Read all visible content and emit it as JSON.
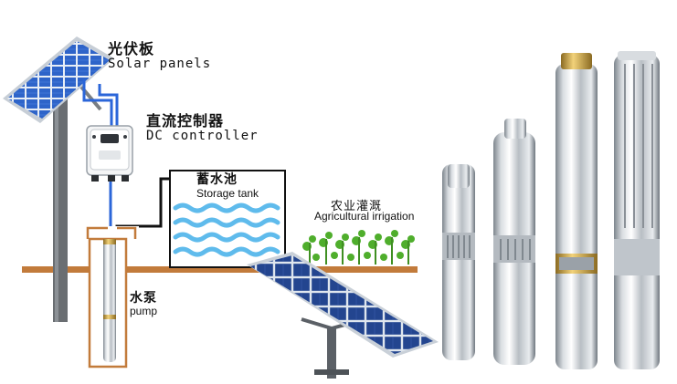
{
  "labels": {
    "solar_cn": "光伏板",
    "solar_en": "Solar panels",
    "controller_cn": "直流控制器",
    "controller_en": "DC controller",
    "tank_cn": "蓄水池",
    "tank_en": "Storage tank",
    "irrigation_cn": "农业灌溉",
    "irrigation_en": "Agricultural irrigation",
    "pump_cn": "水泵",
    "pump_en": "pump"
  },
  "colors": {
    "panel_cell": "#2f6fd6",
    "panel_frame": "#9aa3ad",
    "pole": "#6b6f73",
    "ground_pipe": "#c07a3a",
    "water_line": "#2b66d9",
    "tank_water": "#6ec8f0",
    "plant_green": "#4cab2a",
    "steel_light": "#f2f4f6",
    "steel_dark": "#8e959c",
    "brass": "#c9a24a"
  },
  "icons": [
    "solar-panel-icon",
    "dc-controller-icon",
    "storage-tank-icon",
    "plants-icon",
    "pump-icon"
  ]
}
